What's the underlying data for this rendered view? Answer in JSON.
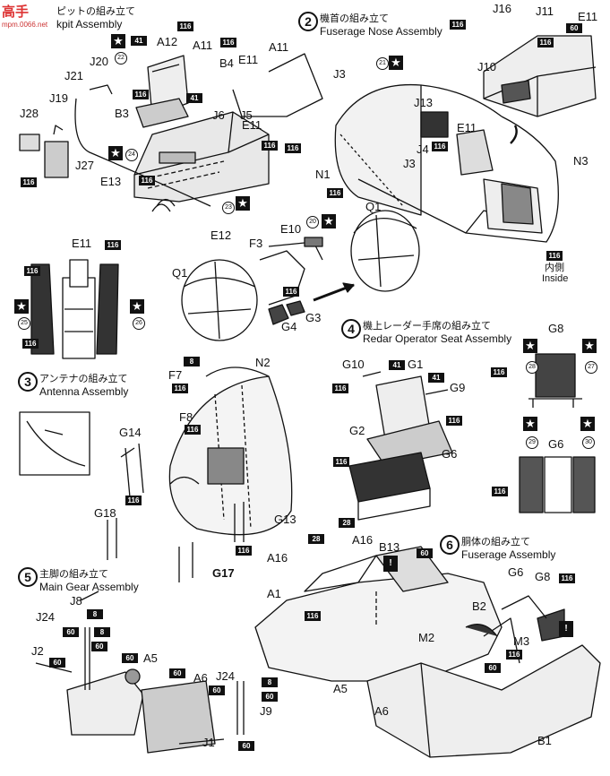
{
  "watermark": {
    "text": "高手",
    "url": "mpm.0066.net"
  },
  "steps": {
    "cockpit": {
      "jp": "ピットの組み立て",
      "en": "kpit Assembly"
    },
    "nose": {
      "num": "2",
      "jp": "機首の組み立て",
      "en": "Fuserage Nose Assembly"
    },
    "antenna": {
      "num": "3",
      "jp": "アンテナの組み立て",
      "en": "Antenna Assembly"
    },
    "radar": {
      "num": "4",
      "jp": "機上レーダー手席の組み立て",
      "en": "Redar Operator Seat Assembly"
    },
    "gear": {
      "num": "5",
      "jp": "主脚の組み立て",
      "en": "Main Gear Assembly"
    },
    "fuselage": {
      "num": "6",
      "jp": "胴体の組み立て",
      "en": "Fuserage Assembly"
    }
  },
  "parts": {
    "a12": "A12",
    "a11": "A11",
    "b4": "B4",
    "e11": "E11",
    "j20": "J20",
    "j21": "J21",
    "j19": "J19",
    "b3": "B3",
    "j6": "J6",
    "j5": "J5",
    "j28": "J28",
    "j27": "J27",
    "e13": "E13",
    "e12": "E12",
    "a11b": "A11",
    "j3": "J3",
    "j16": "J16",
    "j11": "J11",
    "e11b": "E11",
    "j10": "J10",
    "j13": "J13",
    "j4": "J4",
    "e11c": "E11",
    "j3b": "J3",
    "n1": "N1",
    "n3": "N3",
    "q1": "Q1",
    "e10": "E10",
    "f3": "F3",
    "e11d": "E11",
    "q1b": "Q1",
    "g3": "G3",
    "g4": "G4",
    "inside_jp": "内側",
    "inside_en": "Inside",
    "g10": "G10",
    "g1": "G1",
    "g9": "G9",
    "g2": "G2",
    "g6": "G6",
    "g8": "G8",
    "g6b": "G6",
    "f7": "F7",
    "n2": "N2",
    "f8": "F8",
    "g14": "G14",
    "g18": "G18",
    "g13": "G13",
    "g17": "G17",
    "j8": "J8",
    "j24": "J24",
    "j2": "J2",
    "a5": "A5",
    "a6": "A6",
    "j24b": "J24",
    "j9": "J9",
    "j1": "J1",
    "a16": "A16",
    "a16b": "A16",
    "b13": "B13",
    "a1": "A1",
    "b2": "B2",
    "m2": "M2",
    "m3": "M3",
    "a5b": "A5",
    "a6b": "A6",
    "b1": "B1",
    "g6c": "G6",
    "g8b": "G8"
  },
  "paint": {
    "p116": "116",
    "p41": "41",
    "p60": "60",
    "p8": "8",
    "p28": "28"
  },
  "decals": {
    "d22": "22",
    "d21": "21",
    "d24": "24",
    "d23": "23",
    "d20": "20",
    "d25": "25",
    "d26": "26",
    "d27": "27",
    "d28": "28",
    "d29": "29",
    "d30": "30"
  }
}
